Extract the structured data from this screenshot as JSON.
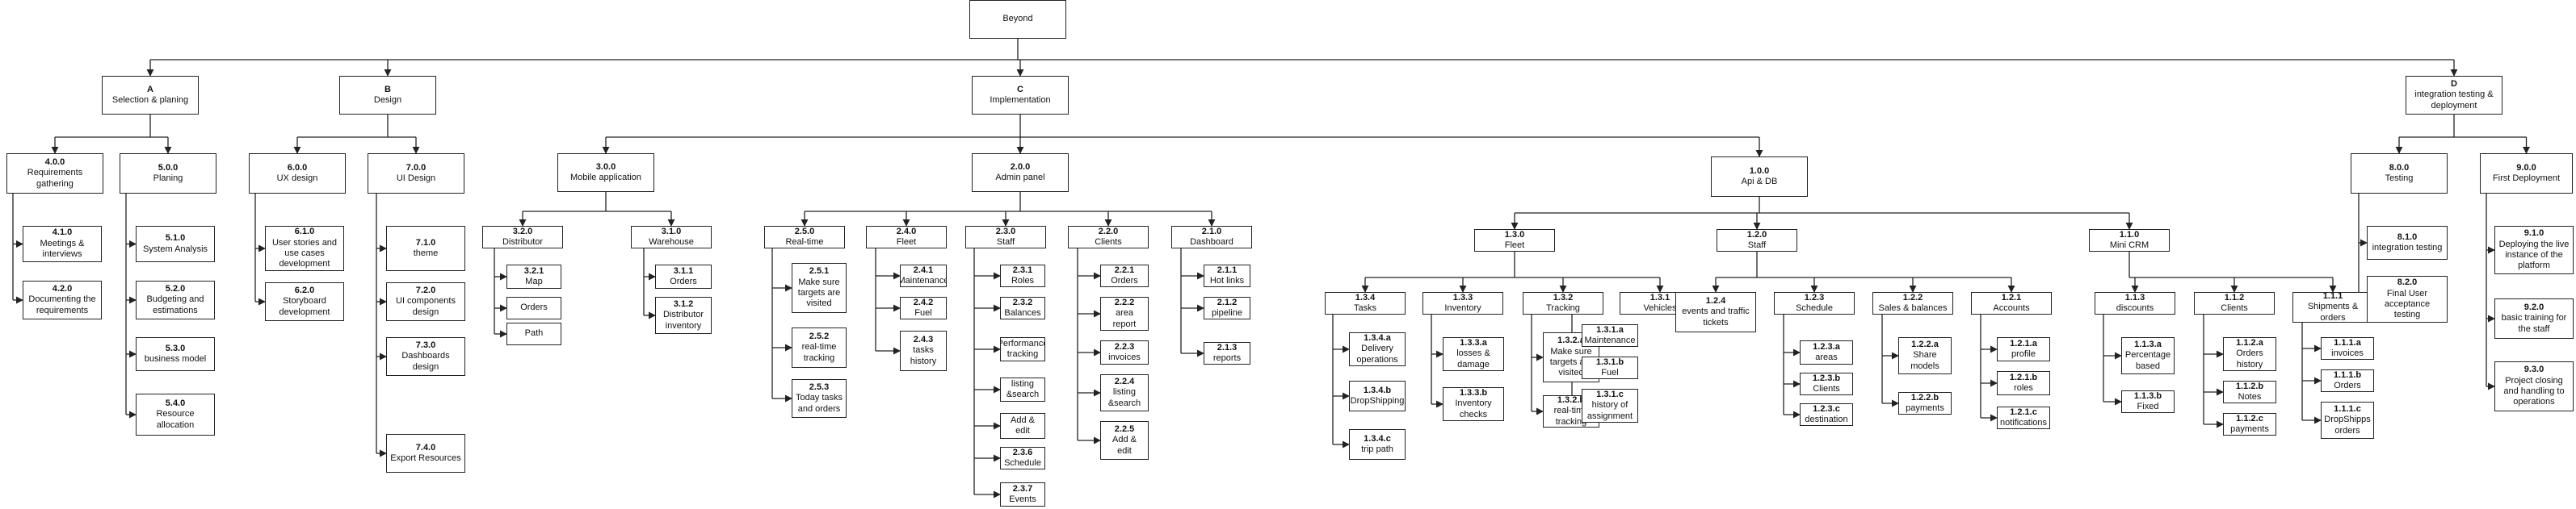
{
  "nodes": [
    {
      "id": "root",
      "code": "",
      "label": "Beyond"
    },
    {
      "id": "A",
      "code": "A",
      "label": "Selection & planing"
    },
    {
      "id": "B",
      "code": "B",
      "label": "Design"
    },
    {
      "id": "C",
      "code": "C",
      "label": "Implementation"
    },
    {
      "id": "D",
      "code": "D",
      "label": "integration testing &\ndeployment"
    },
    {
      "id": "n400",
      "code": "4.0.0",
      "label": "Requirements\ngathering"
    },
    {
      "id": "n500",
      "code": "5.0.0",
      "label": "Planing"
    },
    {
      "id": "n410",
      "code": "4.1.0",
      "label": "Meetings &\ninterviews"
    },
    {
      "id": "n420",
      "code": "4.2.0",
      "label": "Documenting the\nrequirements"
    },
    {
      "id": "n510",
      "code": "5.1.0",
      "label": "System Analysis"
    },
    {
      "id": "n520",
      "code": "5.2.0",
      "label": "Budgeting and\nestimations"
    },
    {
      "id": "n530",
      "code": "5.3.0",
      "label": "business model"
    },
    {
      "id": "n540",
      "code": "5.4.0",
      "label": "Resource\nallocation"
    },
    {
      "id": "n600",
      "code": "6.0.0",
      "label": "UX design"
    },
    {
      "id": "n700",
      "code": "7.0.0",
      "label": "UI Design"
    },
    {
      "id": "n610",
      "code": "6.1.0",
      "label": "User stories and\nuse cases\ndevelopment"
    },
    {
      "id": "n620",
      "code": "6.2.0",
      "label": "Storyboard\ndevelopment"
    },
    {
      "id": "n710",
      "code": "7.1.0",
      "label": "theme"
    },
    {
      "id": "n720",
      "code": "7.2.0",
      "label": "UI components\ndesign"
    },
    {
      "id": "n730",
      "code": "7.3.0",
      "label": "Dashboards\ndesign"
    },
    {
      "id": "n740",
      "code": "7.4.0",
      "label": "Export Resources"
    },
    {
      "id": "n300",
      "code": "3.0.0",
      "label": "Mobile application"
    },
    {
      "id": "n320",
      "code": "3.2.0",
      "label": "Distributor"
    },
    {
      "id": "n310",
      "code": "3.1.0",
      "label": "Warehouse"
    },
    {
      "id": "n321",
      "code": "3.2.1",
      "label": "Map"
    },
    {
      "id": "nOrders",
      "code": "",
      "label": "Orders"
    },
    {
      "id": "nPath",
      "code": "",
      "label": "Path"
    },
    {
      "id": "n311",
      "code": "3.1.1",
      "label": "Orders"
    },
    {
      "id": "n312",
      "code": "3.1.2",
      "label": "Distributor\ninventory"
    },
    {
      "id": "n200",
      "code": "2.0.0",
      "label": "Admin panel"
    },
    {
      "id": "n250",
      "code": "2.5.0",
      "label": "Real-time"
    },
    {
      "id": "n240",
      "code": "2.4.0",
      "label": "Fleet"
    },
    {
      "id": "n230",
      "code": "2.3.0",
      "label": "Staff"
    },
    {
      "id": "n220",
      "code": "2.2.0",
      "label": "Clients"
    },
    {
      "id": "n210",
      "code": "2.1.0",
      "label": "Dashboard"
    },
    {
      "id": "n251",
      "code": "2.5.1",
      "label": "Make sure\ntargets are\nvisited"
    },
    {
      "id": "n252",
      "code": "2.5.2",
      "label": "real-time\ntracking"
    },
    {
      "id": "n253",
      "code": "2.5.3",
      "label": "Today tasks\nand orders"
    },
    {
      "id": "n241",
      "code": "2.4.1",
      "label": "Maintenance"
    },
    {
      "id": "n242",
      "code": "2.4.2",
      "label": "Fuel"
    },
    {
      "id": "n243",
      "code": "2.4.3",
      "label": "tasks\nhistory"
    },
    {
      "id": "n231",
      "code": "2.3.1",
      "label": "Roles"
    },
    {
      "id": "n232",
      "code": "2.3.2",
      "label": "Balances"
    },
    {
      "id": "nPerf",
      "code": "",
      "label": "Performance\ntracking"
    },
    {
      "id": "nListing",
      "code": "",
      "label": "listing\n&search"
    },
    {
      "id": "nAddEdit",
      "code": "",
      "label": "Add &\nedit"
    },
    {
      "id": "n236",
      "code": "2.3.6",
      "label": "Schedule"
    },
    {
      "id": "n237",
      "code": "2.3.7",
      "label": "Events"
    },
    {
      "id": "n221",
      "code": "2.2.1",
      "label": "Orders"
    },
    {
      "id": "n222",
      "code": "2.2.2",
      "label": "area\nreport"
    },
    {
      "id": "n223",
      "code": "2.2.3",
      "label": "invoices"
    },
    {
      "id": "n224",
      "code": "2.2.4",
      "label": "listing\n&search"
    },
    {
      "id": "n225",
      "code": "2.2.5",
      "label": "Add &\nedit"
    },
    {
      "id": "n211",
      "code": "2.1.1",
      "label": "Hot links"
    },
    {
      "id": "n212",
      "code": "2.1.2",
      "label": "pipeline"
    },
    {
      "id": "n213",
      "code": "2.1.3",
      "label": "reports"
    },
    {
      "id": "n100",
      "code": "1.0.0",
      "label": "Api & DB"
    },
    {
      "id": "n130",
      "code": "1.3.0",
      "label": "Fleet"
    },
    {
      "id": "n120",
      "code": "1.2.0",
      "label": "Staff"
    },
    {
      "id": "n110",
      "code": "1.1.0",
      "label": "Mini CRM"
    },
    {
      "id": "n134",
      "code": "1.3.4",
      "label": "Tasks"
    },
    {
      "id": "n133",
      "code": "1.3.3",
      "label": "Inventory"
    },
    {
      "id": "n132",
      "code": "1.3.2",
      "label": "Tracking"
    },
    {
      "id": "n131",
      "code": "1.3.1",
      "label": "Vehicles"
    },
    {
      "id": "n134a",
      "code": "1.3.4.a",
      "label": "Delivery\noperations"
    },
    {
      "id": "n134b",
      "code": "1.3.4.b",
      "label": "DropShipping"
    },
    {
      "id": "n134c",
      "code": "1.3.4.c",
      "label": "trip path"
    },
    {
      "id": "n133a",
      "code": "1.3.3.a",
      "label": "losses &\ndamage"
    },
    {
      "id": "n133b",
      "code": "1.3.3.b",
      "label": "Inventory\nchecks"
    },
    {
      "id": "n132a",
      "code": "1.3.2.a",
      "label": "Make sure\ntargets are\nvisited"
    },
    {
      "id": "n132b",
      "code": "1.3.2.b",
      "label": "real-time\ntracking"
    },
    {
      "id": "n131a",
      "code": "1.3.1.a",
      "label": "Maintenance"
    },
    {
      "id": "n131b",
      "code": "1.3.1.b",
      "label": "Fuel"
    },
    {
      "id": "n131c",
      "code": "1.3.1.c",
      "label": "history of\nassignment"
    },
    {
      "id": "n124",
      "code": "1.2.4",
      "label": "events and traffic\ntickets"
    },
    {
      "id": "n123",
      "code": "1.2.3",
      "label": "Schedule"
    },
    {
      "id": "n122",
      "code": "1.2.2",
      "label": "Sales & balances"
    },
    {
      "id": "n121",
      "code": "1.2.1",
      "label": "Accounts"
    },
    {
      "id": "n123a",
      "code": "1.2.3.a",
      "label": "areas"
    },
    {
      "id": "n123b",
      "code": "1.2.3.b",
      "label": "Clients"
    },
    {
      "id": "n123c",
      "code": "1.2.3.c",
      "label": "destination"
    },
    {
      "id": "n122a",
      "code": "1.2.2.a",
      "label": "Share\nmodels"
    },
    {
      "id": "n122b",
      "code": "1.2.2.b",
      "label": "payments"
    },
    {
      "id": "n121a",
      "code": "1.2.1.a",
      "label": "profile"
    },
    {
      "id": "n121b",
      "code": "1.2.1.b",
      "label": "roles"
    },
    {
      "id": "n121c",
      "code": "1.2.1.c",
      "label": "notifications"
    },
    {
      "id": "n113",
      "code": "1.1.3",
      "label": "discounts"
    },
    {
      "id": "n112",
      "code": "1.1.2",
      "label": "Clients"
    },
    {
      "id": "n111",
      "code": "1.1.1",
      "label": "Shipments &\norders"
    },
    {
      "id": "n113a",
      "code": "1.1.3.a",
      "label": "Percentage\nbased"
    },
    {
      "id": "n113b",
      "code": "1.1.3.b",
      "label": "Fixed"
    },
    {
      "id": "n112a",
      "code": "1.1.2.a",
      "label": "Orders\nhistory"
    },
    {
      "id": "n112b",
      "code": "1.1.2.b",
      "label": "Notes"
    },
    {
      "id": "n112c",
      "code": "1.1.2.c",
      "label": "payments"
    },
    {
      "id": "n111a",
      "code": "1.1.1.a",
      "label": "invoices"
    },
    {
      "id": "n111b",
      "code": "1.1.1.b",
      "label": "Orders"
    },
    {
      "id": "n111c",
      "code": "1.1.1.c",
      "label": "DropShipps\norders"
    },
    {
      "id": "n800",
      "code": "8.0.0",
      "label": "Testing"
    },
    {
      "id": "n900",
      "code": "9.0.0",
      "label": "First Deployment"
    },
    {
      "id": "n810",
      "code": "8.1.0",
      "label": "integration testing"
    },
    {
      "id": "n820",
      "code": "8.2.0",
      "label": "Final User\nacceptance\ntesting"
    },
    {
      "id": "n910",
      "code": "9.1.0",
      "label": "Deploying the live\ninstance of the\nplatform"
    },
    {
      "id": "n920",
      "code": "9.2.0",
      "label": "basic training for\nthe staff"
    },
    {
      "id": "n930",
      "code": "9.3.0",
      "label": "Project closing\nand handling to\noperations"
    }
  ]
}
